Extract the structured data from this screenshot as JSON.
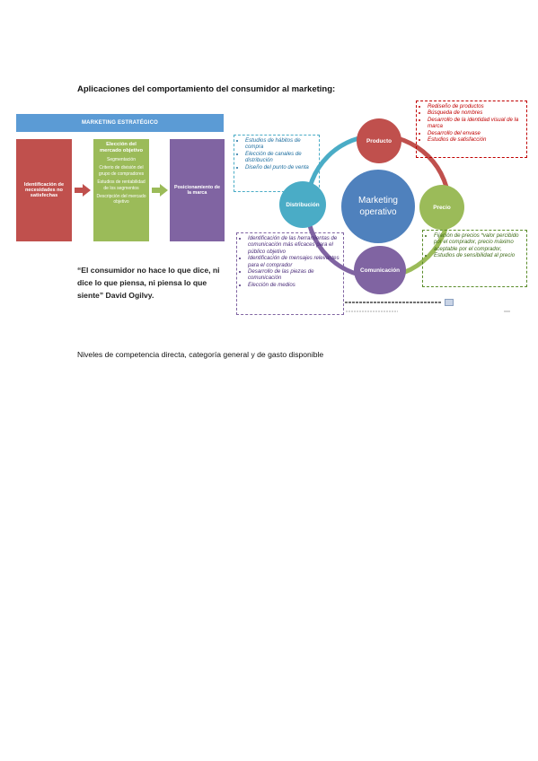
{
  "heading1": "Aplicaciones del comportamiento del consumidor al marketing:",
  "heading2": "Niveles de competencia directa, categoría general y de gasto disponible",
  "strategic": {
    "banner": "MARKETING ESTRATÉGICO",
    "needs": "Identificación de necesidades no satisfechas",
    "target_title": "Elección del mercado objetivo",
    "target_items": [
      "Segmentación",
      "Criterio de división del grupo de compradores",
      "Estudios de rentabilidad de los segmentos",
      "Descripción del mercado objetivo"
    ],
    "position": "Posicionamiento de la marca",
    "colors": {
      "banner": "#5b9bd5",
      "needs": "#c0504d",
      "target": "#9bbb59",
      "position": "#8064a2"
    }
  },
  "quote": "“El consumidor no hace lo que dice, ni dice lo que piensa, ni piensa lo que siente” David Ogilvy.",
  "operative": {
    "center": "Marketing operativo",
    "nodes": {
      "producto": "Producto",
      "precio": "Precio",
      "comunicacion": "Comunicación",
      "distribucion": "Distribución"
    },
    "notes": {
      "producto": [
        "Rediseño de productos",
        "Búsqueda de nombres",
        "Desarrollo de la identidad visual de la marca",
        "Desarrollo del envase",
        "Estudios de satisfacción"
      ],
      "distribucion": [
        "Estudios de hábitos de compra",
        "Elección de canales de distribución",
        "Diseño del punto de venta"
      ],
      "precio": [
        "Fijación de precios *valor percibido por el comprador, precio máximo aceptable por el comprador,",
        "Estudios de sensibilidad al precio"
      ],
      "comunicacion": [
        "Identificación de las herramientas de comunicación más eficaces para el público objetivo",
        "Identificación de mensajes relevantes para el comprador",
        "Desarrollo de las piezas de comunicación",
        "Elección de medios"
      ]
    },
    "colors": {
      "center": "#4f81bd",
      "producto": "#c0504d",
      "precio": "#9bbb59",
      "comunicacion": "#8064a2",
      "distribucion": "#4aacc6"
    }
  }
}
